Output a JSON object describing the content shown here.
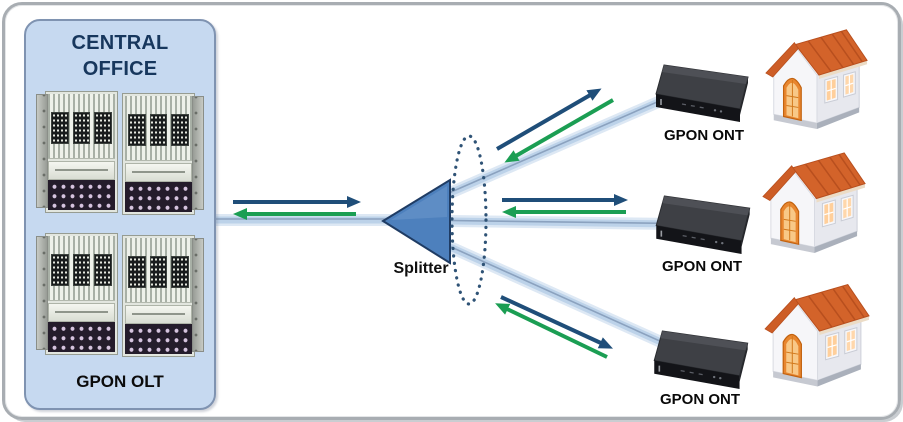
{
  "central_office": {
    "title_line1": "CENTRAL",
    "title_line2": "OFFICE",
    "device_label": "GPON OLT",
    "rack_count": 4
  },
  "splitter": {
    "label": "Splitter"
  },
  "subscribers": [
    {
      "device_label": "GPON ONT"
    },
    {
      "device_label": "GPON ONT"
    },
    {
      "device_label": "GPON ONT"
    }
  ],
  "icons": {
    "olt": "olt-chassis-icon",
    "ont": "ont-box-icon",
    "premise": "house-icon",
    "splitter": "splitter-triangle-icon"
  },
  "colors": {
    "downstream_arrow": "#1F4E79",
    "upstream_arrow": "#1B9E53",
    "fiber_glow": "#BCD2E9",
    "fiber_core": "#8BA2BF",
    "splitter_fill": "#4D80BD",
    "splitter_stroke": "#1F3C64",
    "co_box_fill": "#C6D9F0",
    "co_title_text": "#17375D",
    "ellipse_dots": "#2F5376"
  }
}
